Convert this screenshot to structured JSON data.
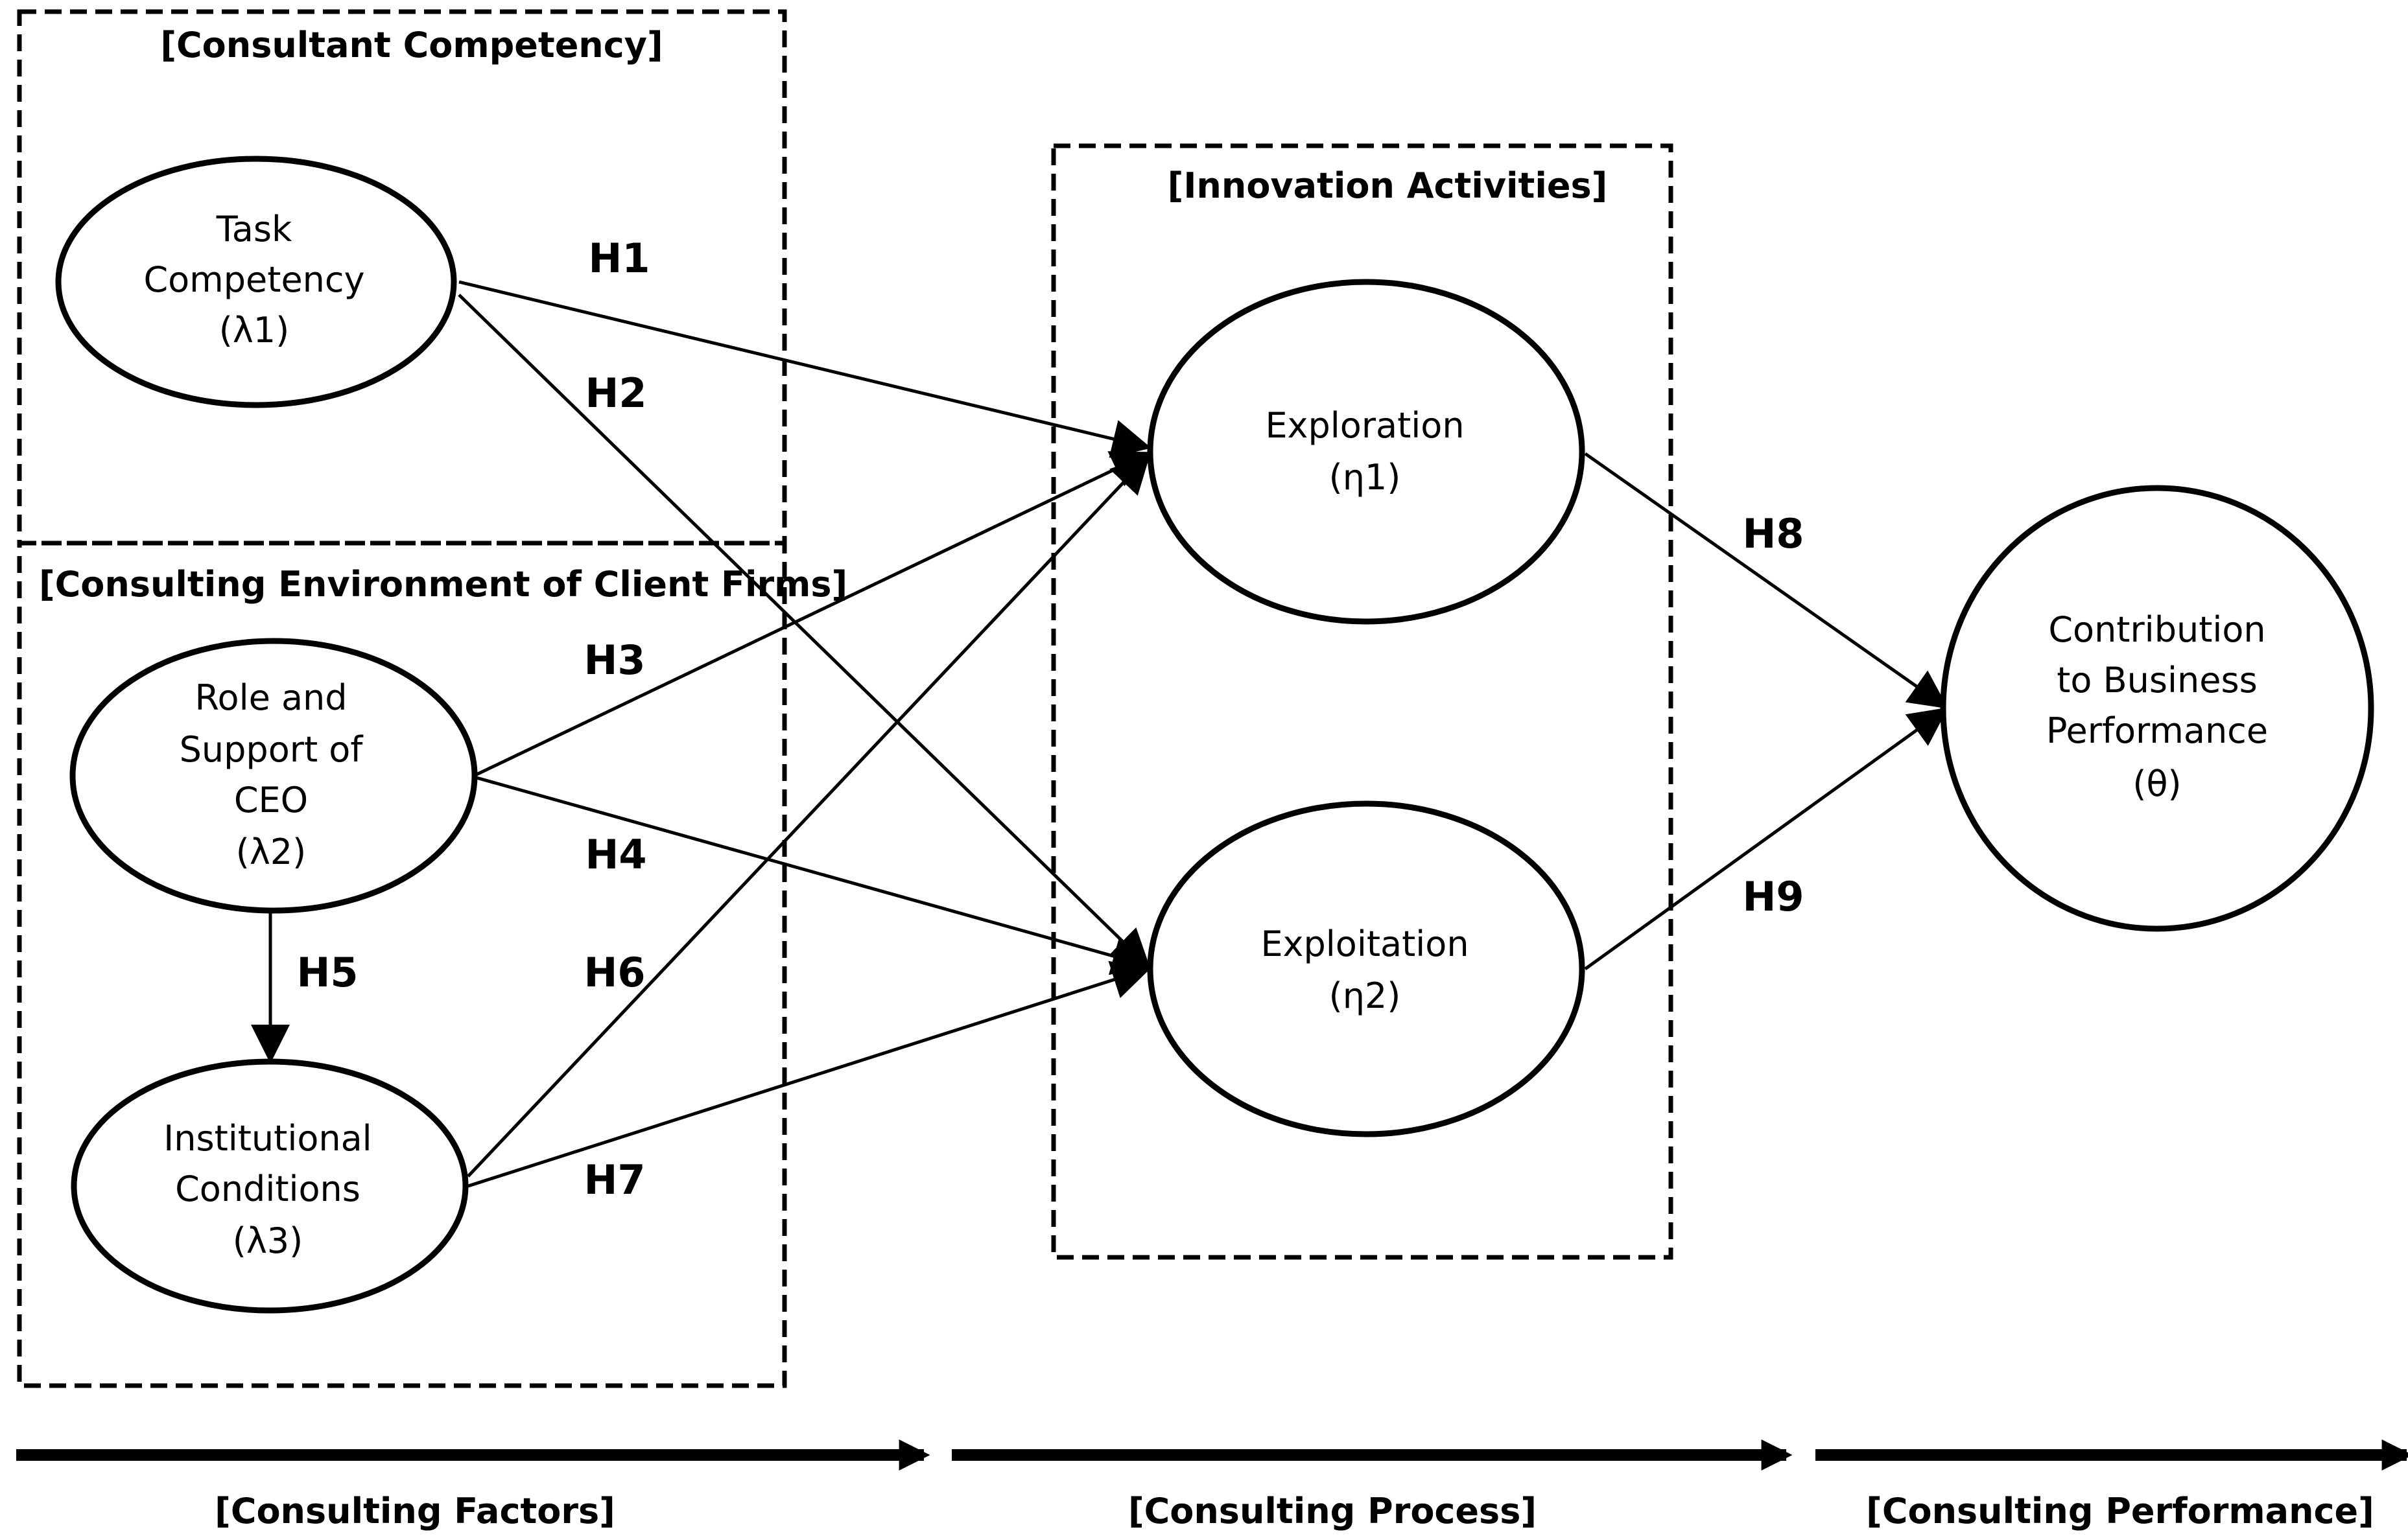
{
  "groups": {
    "consultant_competency": "[Consultant Competency]",
    "consulting_environment": "[Consulting Environment of Client Firms]",
    "innovation_activities": "[Innovation Activities]"
  },
  "nodes": {
    "task_competency": {
      "line1": "Task",
      "line2": "Competency",
      "line3": "(λ1)"
    },
    "role_support_ceo": {
      "line1": "Role and",
      "line2": "Support  of",
      "line3": "CEO",
      "line4": "(λ2)"
    },
    "institutional_conditions": {
      "line1": "Institutional",
      "line2": "Conditions",
      "line3": "(λ3)"
    },
    "exploration": {
      "line1": "Exploration",
      "line2": "(η1)"
    },
    "exploitation": {
      "line1": "Exploitation",
      "line2": "(η2)"
    },
    "contribution": {
      "line1": "Contribution",
      "line2": "to Business",
      "line3": "Performance",
      "line4": "(θ)"
    }
  },
  "hypotheses": {
    "h1": "H1",
    "h2": "H2",
    "h3": "H3",
    "h4": "H4",
    "h5": "H5",
    "h6": "H6",
    "h7": "H7",
    "h8": "H8",
    "h9": "H9"
  },
  "stages": {
    "factors": "[Consulting Factors]",
    "process": "[Consulting Process]",
    "performance": "[Consulting Performance]"
  }
}
